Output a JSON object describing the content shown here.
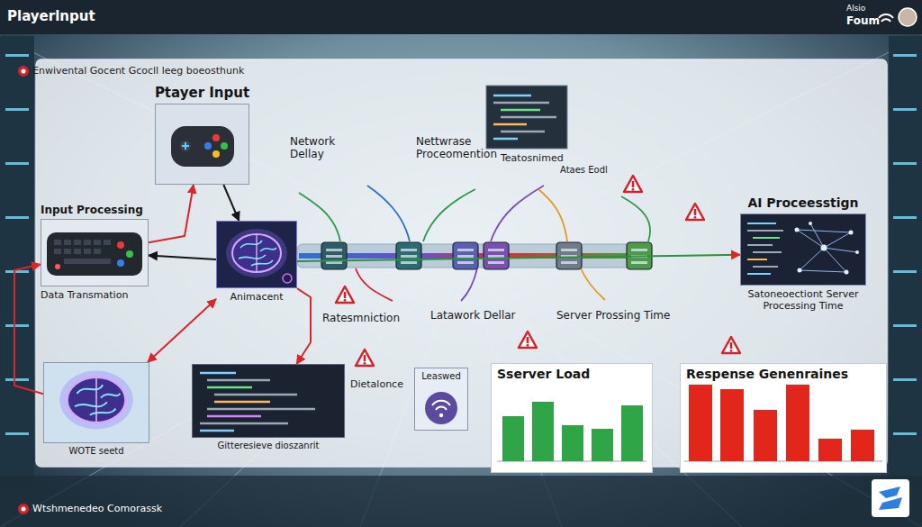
{
  "diagram": {
    "title": "Playerlnput",
    "nodes": [
      {
        "text": [
          "Ptayer Input"
        ]
      },
      {
        "text": [
          "Input Processing",
          "Data Transmation"
        ]
      },
      {
        "text": [
          "Animacent"
        ]
      },
      {
        "text": [
          "AI Proceesstign",
          "Satoneoectiont Server Processing Time"
        ]
      },
      {
        "text": [
          "WOTE seetd"
        ]
      },
      {
        "text": [
          "Gitteresieve dioszanrit"
        ]
      },
      {
        "text": [
          "Leaswed"
        ]
      },
      {
        "text": [
          "Sserver Load"
        ]
      },
      {
        "text": [
          "Respense Genenraines"
        ]
      }
    ],
    "edges": [
      {
        "from": 0,
        "to": 2,
        "arrow": "to"
      },
      {
        "from": 2,
        "to": 1,
        "arrow": "to"
      },
      {
        "from": 1,
        "to": 0,
        "arrow": "to"
      },
      {
        "from": 4,
        "to": 1,
        "arrow": "to"
      },
      {
        "from": 2,
        "to": 4,
        "arrow": "both"
      },
      {
        "from": 2,
        "to": 5,
        "arrow": "to"
      },
      {
        "from": 2,
        "to": 3,
        "arrow": "to"
      }
    ],
    "labels": [
      "Alsio",
      "Foum",
      "Enwivental Gocent Gcocll leeg boeosthunk",
      "Network Dellay",
      "Nettwrase Proceomention",
      "Teatosnimed",
      "Ataes Eodl",
      "Ratesmniction",
      "Latawork Dellar",
      "Server Prossing Time",
      "Dietalonce",
      "Wtshmenedeo Comorassk"
    ]
  }
}
